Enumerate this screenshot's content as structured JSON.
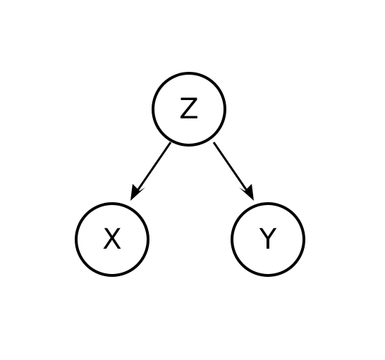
{
  "diagram": {
    "type": "directed-graph",
    "nodes": [
      {
        "id": "Z",
        "label": "Z"
      },
      {
        "id": "X",
        "label": "X"
      },
      {
        "id": "Y",
        "label": "Y"
      }
    ],
    "edges": [
      {
        "from": "Z",
        "to": "X"
      },
      {
        "from": "Z",
        "to": "Y"
      }
    ],
    "colors": {
      "stroke": "#000000",
      "fill": "#ffffff",
      "background": "#ffffff"
    }
  }
}
